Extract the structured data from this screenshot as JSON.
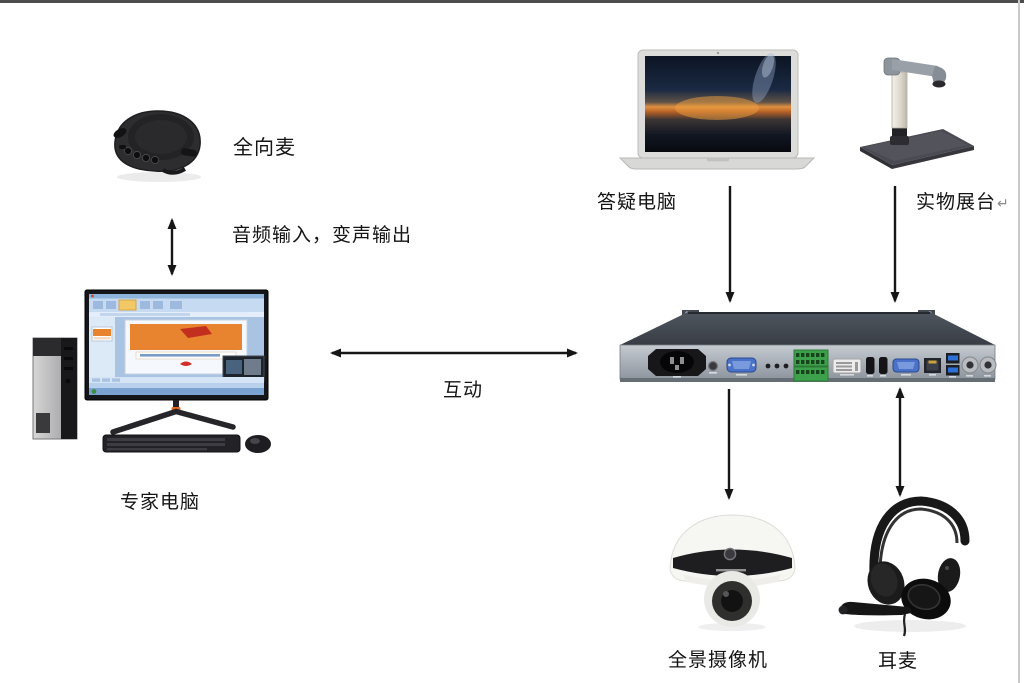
{
  "nodes": {
    "mic": {
      "label": "全向麦"
    },
    "expert_pc": {
      "label": "专家电脑"
    },
    "qa_laptop": {
      "label": "答疑电脑"
    },
    "doc_cam": {
      "label": "实物展台",
      "return_mark": "↵"
    },
    "camera": {
      "label": "全景摄像机"
    },
    "headset": {
      "label": "耳麦"
    }
  },
  "links": {
    "mic_pc": {
      "label": "音频输入，变声输出",
      "direction": "bidirectional"
    },
    "pc_host": {
      "label": "互动",
      "direction": "bidirectional"
    },
    "laptop_host": {
      "label": "",
      "direction": "down"
    },
    "doccam_host": {
      "label": "",
      "direction": "down"
    },
    "host_camera": {
      "label": "",
      "direction": "down"
    },
    "host_headset": {
      "label": "",
      "direction": "bidirectional"
    }
  },
  "colors": {
    "arrow": "#161616",
    "frame_top": "#4d4d4d",
    "frame_right": "#c9c9c9",
    "rack_terminal_green": "#3da04a",
    "vga_blue": "#4a72c8",
    "usb_blue": "#2f6fd8",
    "office_orange": "#e8832f",
    "stand_accent_orange": "#e86a20"
  }
}
